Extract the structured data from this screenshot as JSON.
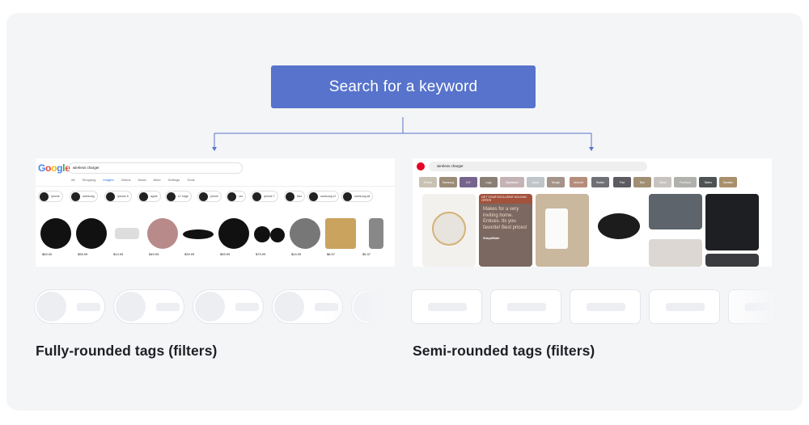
{
  "diagram": {
    "top_node": "Search for a keyword",
    "left_caption": "Fully-rounded tags (filters)",
    "right_caption": "Semi-rounded tags (filters)"
  },
  "google_mock": {
    "logo": "Google",
    "query": "wireless charger",
    "tabs": [
      "All",
      "Shopping",
      "Images",
      "Videos",
      "News",
      "More",
      "Settings",
      "Tools"
    ],
    "chips": [
      "iphone",
      "samsung",
      "iphone 8",
      "apple",
      "s7 edge",
      "phone",
      "car",
      "iphone 7",
      "fast",
      "samsung s7",
      "samsung s8"
    ],
    "prices": [
      "$69.00",
      "$55.99",
      "$14.99",
      "$49.99",
      "$39.99",
      "$59.99",
      "$79.99",
      "$24.99",
      "$8.97",
      "$5.37"
    ]
  },
  "pinterest_mock": {
    "query": "wireless charger",
    "tags": [
      "iPhone",
      "Samsung",
      "DIY",
      "Logo",
      "Nightstand",
      "Apple",
      "Design",
      "Android",
      "Station",
      "Pad",
      "Box",
      "Stand",
      "Furniture",
      "Tables",
      "Speaker"
    ],
    "promo": {
      "label": "GET YOUR EXCLUSIVE HOLIDAY OFFER",
      "text": "Makes for a very inviting home. Entices. Its you favorite! Best prices!",
      "brand": "SimpliSafe"
    }
  }
}
